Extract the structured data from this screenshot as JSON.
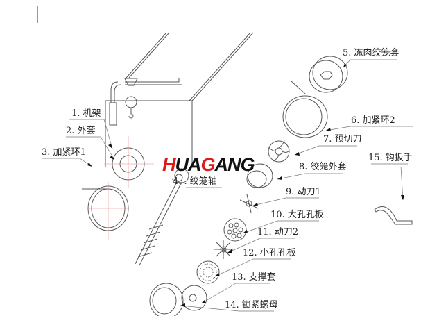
{
  "diagram": {
    "logo": {
      "parts": [
        "H",
        "UA",
        "G",
        "ANG"
      ],
      "red_color": "#e01818",
      "black_color": "#111111"
    },
    "labels": [
      {
        "id": 1,
        "text": "1. 机架"
      },
      {
        "id": 2,
        "text": "2. 外套"
      },
      {
        "id": 3,
        "text": "3. 加紧环1"
      },
      {
        "id": 4,
        "text": "4. . 绞笼轴"
      },
      {
        "id": 5,
        "text": "5. 冻肉绞笼套"
      },
      {
        "id": 6,
        "text": "6. 加紧环2"
      },
      {
        "id": 7,
        "text": "7. 预切刀"
      },
      {
        "id": 8,
        "text": "8. 绞笼外套"
      },
      {
        "id": 9,
        "text": "9. 动刀1"
      },
      {
        "id": 10,
        "text": "10. 大孔孔板"
      },
      {
        "id": 11,
        "text": "11. 动刀2"
      },
      {
        "id": 12,
        "text": "12. 小孔孔板"
      },
      {
        "id": 13,
        "text": "13. 支撑套"
      },
      {
        "id": 14,
        "text": "14. 锁紧螺母"
      },
      {
        "id": 15,
        "text": "15. 钩扳手"
      }
    ]
  }
}
